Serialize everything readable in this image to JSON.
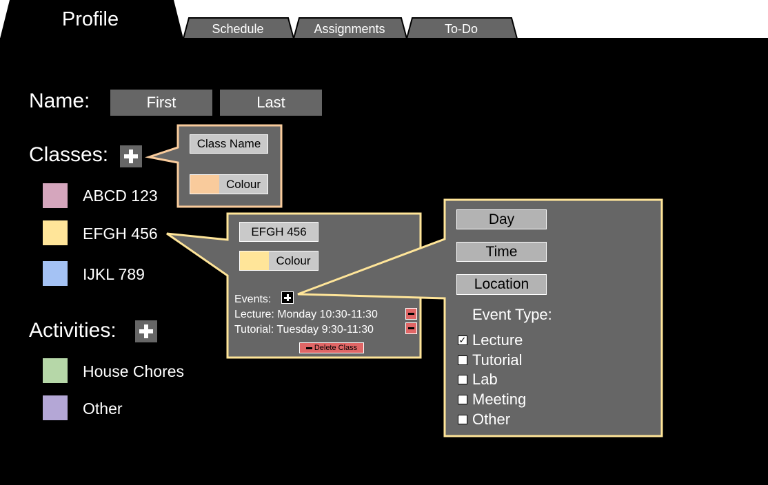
{
  "tabs": [
    {
      "label": "Profile",
      "active": true
    },
    {
      "label": "Schedule",
      "active": false
    },
    {
      "label": "Assignments",
      "active": false
    },
    {
      "label": "To-Do",
      "active": false
    }
  ],
  "name": {
    "label": "Name:",
    "first_placeholder": "First",
    "last_placeholder": "Last"
  },
  "classes": {
    "label": "Classes:",
    "items": [
      {
        "label": "ABCD 123",
        "color": "#d5a6bd"
      },
      {
        "label": "EFGH 456",
        "color": "#ffe599"
      },
      {
        "label": "IJKL 789",
        "color": "#a4c2f4"
      }
    ]
  },
  "activities": {
    "label": "Activities:",
    "items": [
      {
        "label": "House Chores",
        "color": "#b6d7a8"
      },
      {
        "label": "Other",
        "color": "#b4a7d6"
      }
    ]
  },
  "add_class_popup": {
    "class_name_placeholder": "Class Name",
    "colour_label": "Colour",
    "colour_value": "#f9cb9c",
    "accent": "#f9cb9c"
  },
  "class_detail_popup": {
    "class_name": "EFGH 456",
    "colour_label": "Colour",
    "colour_value": "#ffe599",
    "events_label": "Events:",
    "events": [
      {
        "text": "Lecture: Monday 10:30-11:30"
      },
      {
        "text": "Tutorial: Tuesday 9:30-11:30"
      }
    ],
    "delete_label": "Delete Class",
    "accent": "#ffe599"
  },
  "event_popup": {
    "day_label": "Day",
    "time_label": "Time",
    "location_label": "Location",
    "event_type_label": "Event Type:",
    "options": [
      {
        "label": "Lecture",
        "checked": true
      },
      {
        "label": "Tutorial",
        "checked": false
      },
      {
        "label": "Lab",
        "checked": false
      },
      {
        "label": "Meeting",
        "checked": false
      },
      {
        "label": "Other",
        "checked": false
      }
    ]
  }
}
